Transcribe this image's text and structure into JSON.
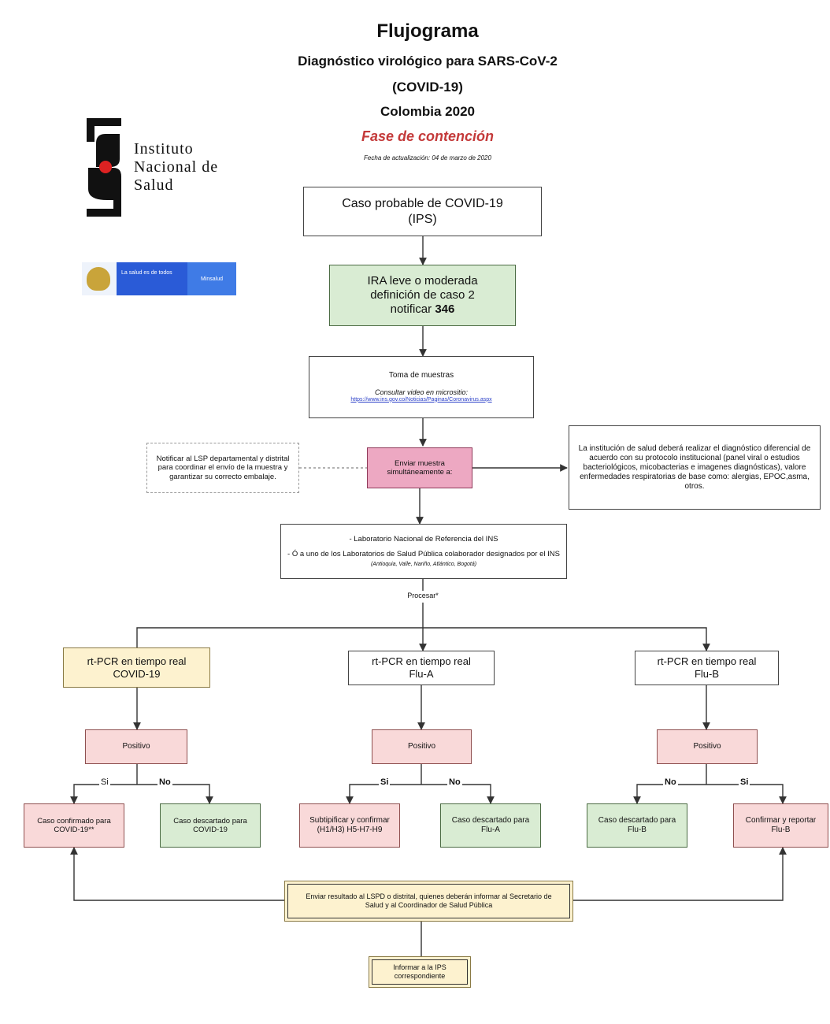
{
  "header": {
    "title": "Flujograma",
    "subtitle_1": "Diagnóstico virológico para SARS-CoV-2",
    "subtitle_2": "(COVID-19)",
    "subtitle_3": "Colombia 2020",
    "phase": "Fase de contención",
    "updated": "Fecha de actualización: 04 de marzo de 2020"
  },
  "logos": {
    "ins_line1": "Instituto",
    "ins_line2": "Nacional de",
    "ins_line3": "Salud",
    "minsalud_text": "La salud es de todos",
    "minsalud_badge": "Minsalud"
  },
  "nodes": {
    "caso_probable": "Caso probable de COVID-19",
    "caso_probable_sub": "(IPS)",
    "ira_line1": "IRA leve o moderada",
    "ira_line2": "definición de caso 2",
    "ira_line3_prefix": "notificar ",
    "ira_line3_bold": "346",
    "toma_title": "Toma de muestras",
    "toma_consult": "Consultar video en micrositio:",
    "toma_link": "https://www.ins.gov.co/Noticias/Paginas/Coronavirus.aspx",
    "notificar_lsp": "Notificar al LSP departamental y distrital para coordinar el envío de la muestra y garantizar su correcto embalaje.",
    "enviar_muestra": "Enviar muestra simultáneamente a:",
    "institucion": "La institución de salud deberá realizar el diagnóstico diferencial de acuerdo con su protocolo institucional (panel viral o estudios bacteriológicos, micobacterias e imagenes diagnósticas), valore enfermedades respiratorias de base como: alergias, EPOC,asma, otros.",
    "lab_line1": "- Laboratorio Nacional de Referencia del INS",
    "lab_line2": "- Ó a uno de los Laboratorios de Salud Pública colaborador designados por el INS",
    "lab_line2_small": "(Antioquia, Valle, Nariño, Atlántico, Bogotá)",
    "procesar": "Procesar*",
    "pcr_covid_l1": "rt-PCR en tiempo real",
    "pcr_covid_l2": "COVID-19",
    "pcr_fluA_l1": "rt-PCR en tiempo real",
    "pcr_fluA_l2": "Flu-A",
    "pcr_fluB_l1": "rt-PCR en tiempo real",
    "pcr_fluB_l2": "Flu-B",
    "positivo_1": "Positivo",
    "positivo_2": "Positivo",
    "positivo_3": "Positivo",
    "caso_confirmado": "Caso confirmado para COVID-19**",
    "caso_descartado_covid": "Caso descartado para COVID-19",
    "subtipificar": "Subtipificar y confirmar (H1/H3) H5-H7-H9",
    "descartado_fluA": "Caso descartado para Flu-A",
    "descartado_fluB": "Caso descartado para Flu-B",
    "confirmar_fluB": "Confirmar y reportar Flu-B",
    "enviar_resultado": "Enviar resultado al LSPD o distrital, quienes deberán informar al Secretario de Salud y al Coordinador de Salud Pública",
    "informar_ips": "Informar a la IPS correspondiente"
  },
  "edge_labels": {
    "si_1": "Si",
    "no_1": "No",
    "si_2": "Si",
    "no_2": "No",
    "no_3": "No",
    "si_3": "Si"
  },
  "colors": {
    "green": "#d9ecd3",
    "pink": "#f9d9d9",
    "magenta": "#eda8c2",
    "cream": "#fdf2cf",
    "phase_red": "#c43a3a",
    "minsalud_blue": "#2a5bd7"
  }
}
